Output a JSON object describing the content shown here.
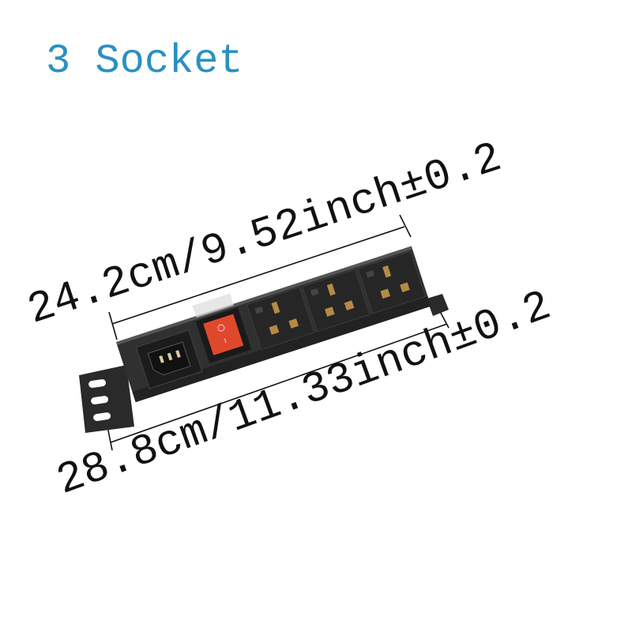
{
  "title": "3 Socket",
  "dimensions": {
    "width_label": "24.2cm/9.52inch±0.2",
    "length_label": "28.8cm/11.33inch±0.2"
  },
  "product": {
    "socket_count": 3,
    "switch_color": "#e0482c",
    "body_color": "#2b2b2b",
    "switch_marks": [
      "O",
      "I"
    ]
  },
  "colors": {
    "title": "#2990c2"
  }
}
